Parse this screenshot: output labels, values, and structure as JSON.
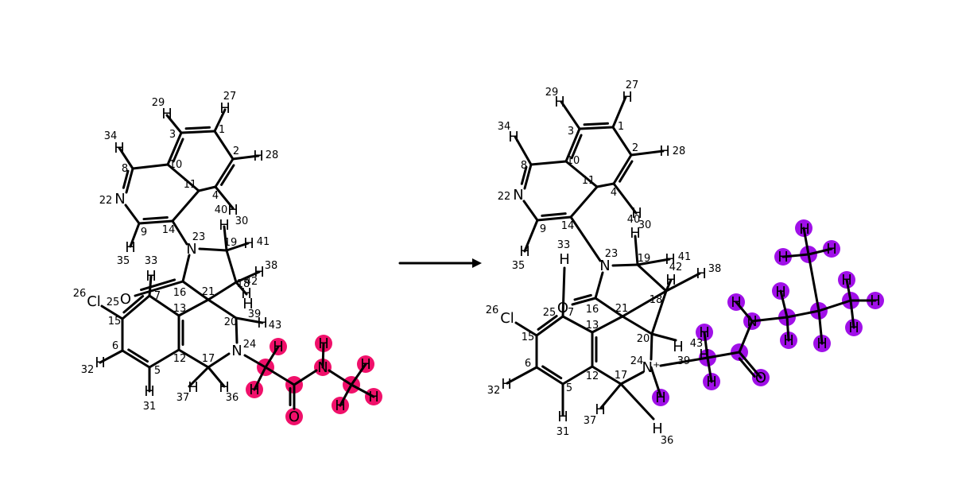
{
  "colors": {
    "reactant_highlight": "#f0106a",
    "product_highlight": "#a010e8",
    "ink": "#000000",
    "background": "#ffffff"
  },
  "reaction_arrow": {
    "direction": "left-to-right"
  },
  "reactant": {
    "atoms": [
      {
        "s": "N",
        "n": "22"
      },
      {
        "s": "H",
        "n": "34"
      },
      {
        "s": "H",
        "n": "29"
      },
      {
        "s": "H",
        "n": "27"
      },
      {
        "s": "H",
        "n": "28"
      },
      {
        "s": "H",
        "n": "30"
      },
      {
        "s": "H",
        "n": "35"
      },
      {
        "s": "N",
        "n": "23"
      },
      {
        "s": "H",
        "n": "41"
      },
      {
        "s": "H",
        "n": "38"
      },
      {
        "s": "O",
        "n": ""
      },
      {
        "s": "H",
        "n": ""
      },
      {
        "s": "Cl",
        "n": "26"
      },
      {
        "s": "H",
        "n": "32"
      },
      {
        "s": "H",
        "n": "31"
      },
      {
        "s": "N",
        "n": "24"
      },
      {
        "s": "H",
        "n": "37"
      },
      {
        "s": "H",
        "n": "36"
      },
      {
        "s": "H",
        "n": "43"
      },
      {
        "s": "H",
        "n": ""
      },
      {
        "s": "H",
        "n": ""
      },
      {
        "s": "H",
        "n": ""
      },
      {
        "s": "O",
        "n": ""
      },
      {
        "s": "N",
        "n": ""
      },
      {
        "s": "H",
        "n": ""
      },
      {
        "s": "H",
        "n": ""
      },
      {
        "s": "H",
        "n": ""
      },
      {
        "s": "H",
        "n": ""
      },
      {
        "s": "H",
        "n": ""
      },
      {
        "s": "H",
        "n": ""
      }
    ],
    "carbon_numbers": [
      "1",
      "2",
      "3",
      "4",
      "5",
      "6",
      "7",
      "8",
      "9",
      "10",
      "11",
      "12",
      "13",
      "14",
      "15",
      "16",
      "17",
      "19",
      "18",
      "20",
      "21",
      "25",
      "33",
      "40",
      "42",
      "39"
    ]
  },
  "product": {
    "atoms": [
      {
        "s": "N",
        "n": "22"
      },
      {
        "s": "H",
        "n": "34"
      },
      {
        "s": "H",
        "n": "29"
      },
      {
        "s": "H",
        "n": "27"
      },
      {
        "s": "H",
        "n": "28"
      },
      {
        "s": "H",
        "n": "30"
      },
      {
        "s": "H",
        "n": "35"
      },
      {
        "s": "N",
        "n": "23"
      },
      {
        "s": "H",
        "n": "41"
      },
      {
        "s": "H",
        "n": "38"
      },
      {
        "s": "H",
        "n": ""
      },
      {
        "s": "H",
        "n": ""
      },
      {
        "s": "H",
        "n": ""
      },
      {
        "s": "O",
        "n": ""
      },
      {
        "s": "Cl",
        "n": "26"
      },
      {
        "s": "H",
        "n": "32"
      },
      {
        "s": "H",
        "n": "31"
      },
      {
        "s": "N⁺",
        "n": "24"
      },
      {
        "s": "H",
        "n": ""
      },
      {
        "s": "H",
        "n": "37"
      },
      {
        "s": "H",
        "n": "36"
      },
      {
        "s": "H",
        "n": ""
      },
      {
        "s": "H",
        "n": ""
      },
      {
        "s": "O",
        "n": ""
      },
      {
        "s": "N",
        "n": ""
      },
      {
        "s": "H",
        "n": ""
      },
      {
        "s": "H",
        "n": ""
      },
      {
        "s": "H",
        "n": ""
      },
      {
        "s": "H",
        "n": ""
      },
      {
        "s": "H",
        "n": ""
      },
      {
        "s": "H",
        "n": ""
      },
      {
        "s": "H",
        "n": ""
      },
      {
        "s": "H",
        "n": ""
      },
      {
        "s": "H",
        "n": ""
      },
      {
        "s": "H",
        "n": ""
      },
      {
        "s": "H",
        "n": ""
      },
      {
        "s": "H",
        "n": ""
      }
    ],
    "carbon_numbers": [
      "1",
      "2",
      "3",
      "4",
      "5",
      "6",
      "7",
      "8",
      "9",
      "10",
      "11",
      "12",
      "13",
      "14",
      "15",
      "16",
      "17",
      "19",
      "18",
      "20",
      "21",
      "25",
      "33",
      "40",
      "42",
      "43",
      "39"
    ]
  }
}
